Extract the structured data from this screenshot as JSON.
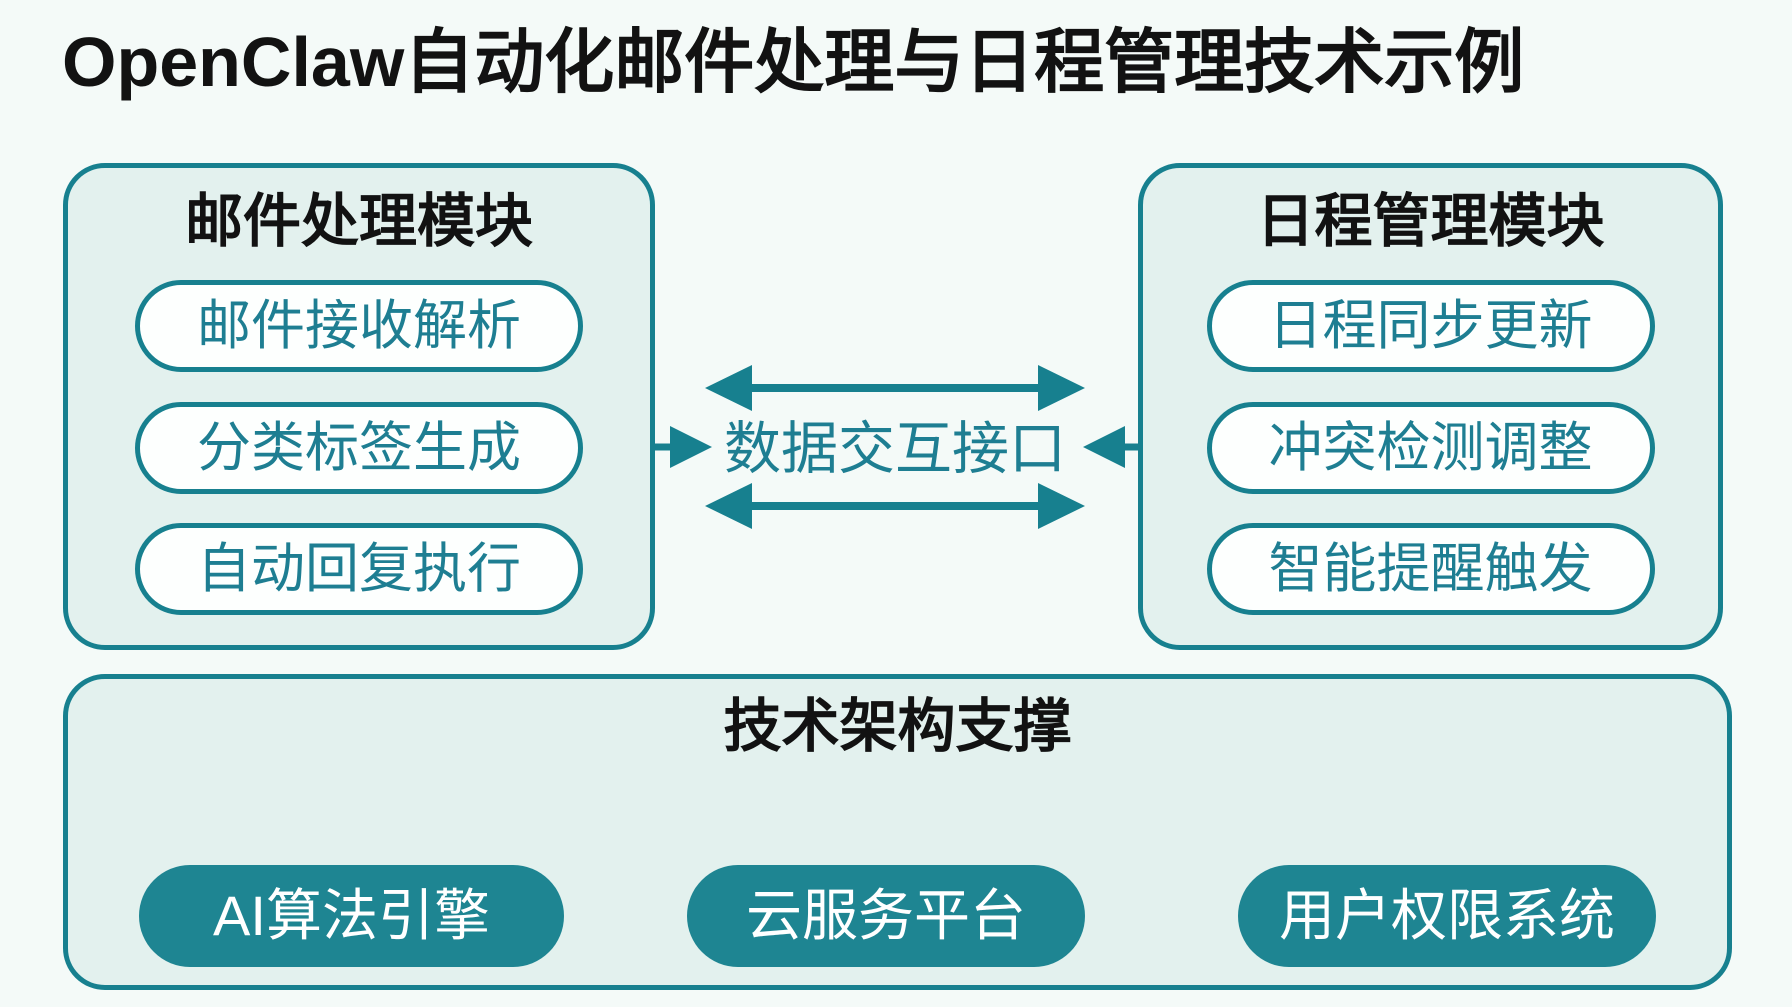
{
  "title": "OpenClaw自动化邮件处理与日程管理技术示例",
  "colors": {
    "page_bg": "#F4FAF8",
    "box_fill": "#E3F1EE",
    "accent": "#17808F",
    "teal_text": "#1E7E92",
    "pill_fill": "#FDFFFE",
    "solid_pill_fill": "#1E8592",
    "solid_pill_text": "#FFFFFF",
    "heading_text": "#121212"
  },
  "modules": {
    "email": {
      "title": "邮件处理模块",
      "items": [
        "邮件接收解析",
        "分类标签生成",
        "自动回复执行"
      ]
    },
    "schedule": {
      "title": "日程管理模块",
      "items": [
        "日程同步更新",
        "冲突检测调整",
        "智能提醒触发"
      ]
    }
  },
  "interface": {
    "label": "数据交互接口"
  },
  "architecture": {
    "title": "技术架构支撑",
    "items": [
      "AI算法引擎",
      "云服务平台",
      "用户权限系统"
    ]
  }
}
